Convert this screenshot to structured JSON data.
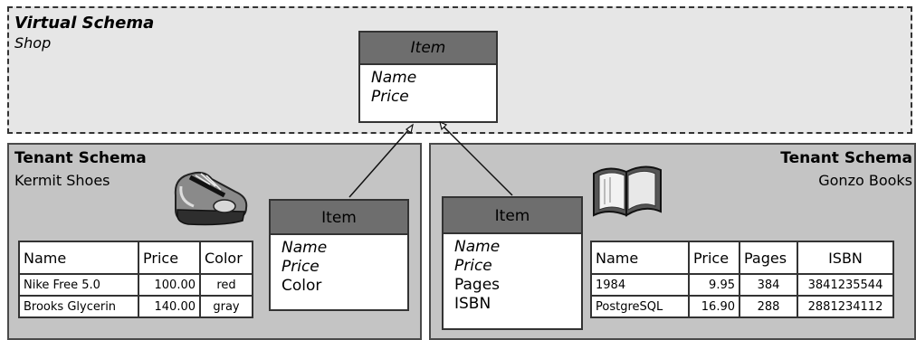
{
  "virtual_schema": {
    "title": "Virtual Schema",
    "name": "Shop",
    "class": {
      "name": "Item",
      "attributes": [
        "Name",
        "Price"
      ]
    }
  },
  "tenant_left": {
    "title": "Tenant Schema",
    "name": "Kermit Shoes",
    "icon": "shoe-icon",
    "class": {
      "name": "Item",
      "inherited": [
        "Name",
        "Price"
      ],
      "own": [
        "Color"
      ]
    },
    "table": {
      "headers": [
        "Name",
        "Price",
        "Color"
      ],
      "rows": [
        [
          "Nike Free 5.0",
          "100.00",
          "red"
        ],
        [
          "Brooks Glycerin",
          "140.00",
          "gray"
        ]
      ]
    }
  },
  "tenant_right": {
    "title": "Tenant Schema",
    "name": "Gonzo Books",
    "icon": "book-icon",
    "class": {
      "name": "Item",
      "inherited": [
        "Name",
        "Price"
      ],
      "own": [
        "Pages",
        "ISBN"
      ]
    },
    "table": {
      "headers": [
        "Name",
        "Price",
        "Pages",
        "ISBN"
      ],
      "rows": [
        [
          "1984",
          "9.95",
          "384",
          "3841235544"
        ],
        [
          "PostgreSQL",
          "16.90",
          "288",
          "2881234112"
        ]
      ]
    }
  }
}
